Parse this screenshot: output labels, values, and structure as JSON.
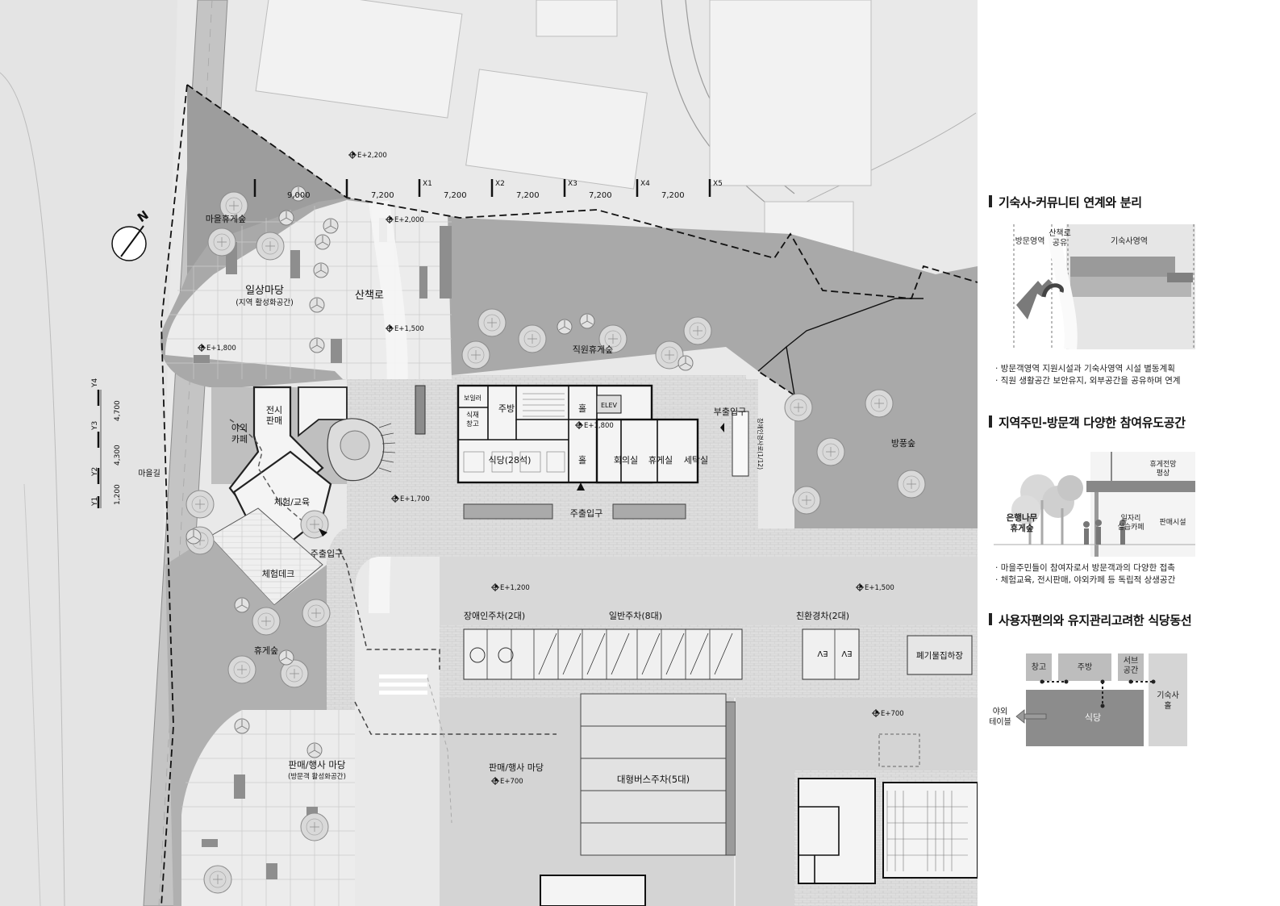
{
  "plan": {
    "dims": [
      "9,000",
      "7,200",
      "7,200",
      "7,200",
      "7,200",
      "7,200"
    ],
    "grid_x": [
      "X1",
      "X2",
      "X3",
      "X4",
      "X5"
    ],
    "grid_y": [
      "Y4",
      "Y3",
      "Y2",
      "Y1"
    ],
    "dims_y": [
      "4,700",
      "4,300",
      "1,200"
    ],
    "north": "N",
    "levels": [
      "E+2,200",
      "E+2,000",
      "E+1,800",
      "E+1,500",
      "E+1,800",
      "E+1,700",
      "E+1,200",
      "E+1,500",
      "E+700",
      "E+700"
    ],
    "labels": {
      "village_forest": "마을휴게숲",
      "daily_yard": "일상마당",
      "daily_yard_sub": "(지역 활성화공간)",
      "trail": "산책로",
      "staff_forest": "직원휴게숲",
      "windbreak": "방풍숲",
      "village_road": "마을길",
      "exhibit_sale": "전시\n판매",
      "outdoor_cafe": "야외\n카페",
      "experience_edu": "체험/교육",
      "main_entry_left": "주출입구",
      "exp_deck": "체험데크",
      "rest_forest": "휴게숲",
      "market_yard": "판매/행사 마당",
      "market_yard_sub": "(방문객 활성화공간)",
      "boiler": "보일러",
      "storage": "식재\n창고",
      "kitchen": "주방",
      "hall_top": "홀",
      "elev": "ELEV",
      "dining": "식당(28석)",
      "hall": "홀",
      "meeting": "회의실",
      "lounge": "휴게실",
      "laundry": "세탁실",
      "sub_entry": "부출입구",
      "ramp": "장애인경사로(1/12)",
      "main_entry": "주출입구",
      "disabled_parking": "장애인주차(2대)",
      "general_parking": "일반주차(8대)",
      "eco_parking": "친환경차(2대)",
      "waste": "폐기물집하장",
      "market_yard2": "판매/행사 마당",
      "bus_parking": "대형버스주차(5대)",
      "ev": "EV"
    }
  },
  "sections": [
    {
      "title": "기숙사-커뮤니티 연계와 분리",
      "diagram": {
        "visitor": "방문영역",
        "shared": "산책로\n공유",
        "dorm": "기숙사영역"
      },
      "bullets": [
        "방문객영역 지원시설과 기숙사영역 시설 별동계획",
        "직원 생활공간 보안유지, 외부공간을 공유하며 연계"
      ]
    },
    {
      "title": "지역주민-방문객 다양한 참여유도공간",
      "diagram": {
        "view_deck": "휴게전망\n평상",
        "ginkgo": "은행나무\n휴게숲",
        "job_cafe": "일자리\n실습카페",
        "shop": "판매시설"
      },
      "bullets": [
        "마을주민들이 참여자로서 방문객과의 다양한 접촉",
        "체험교육, 전시판매, 야외카페 등 독립적 상생공간"
      ]
    },
    {
      "title": "사용자편의와 유지관리고려한 식당동선",
      "diagram": {
        "storage": "창고",
        "kitchen": "주방",
        "serve": "서브\n공간",
        "dorm_hall": "기숙사\n홀",
        "outdoor_table": "야외\n테이블",
        "dining": "식당"
      },
      "bullets": []
    }
  ],
  "colors": {
    "dark": "#8a8a8a",
    "mid": "#b4b4b4",
    "light": "#d6d6d6",
    "paper": "#e8e8e8"
  }
}
